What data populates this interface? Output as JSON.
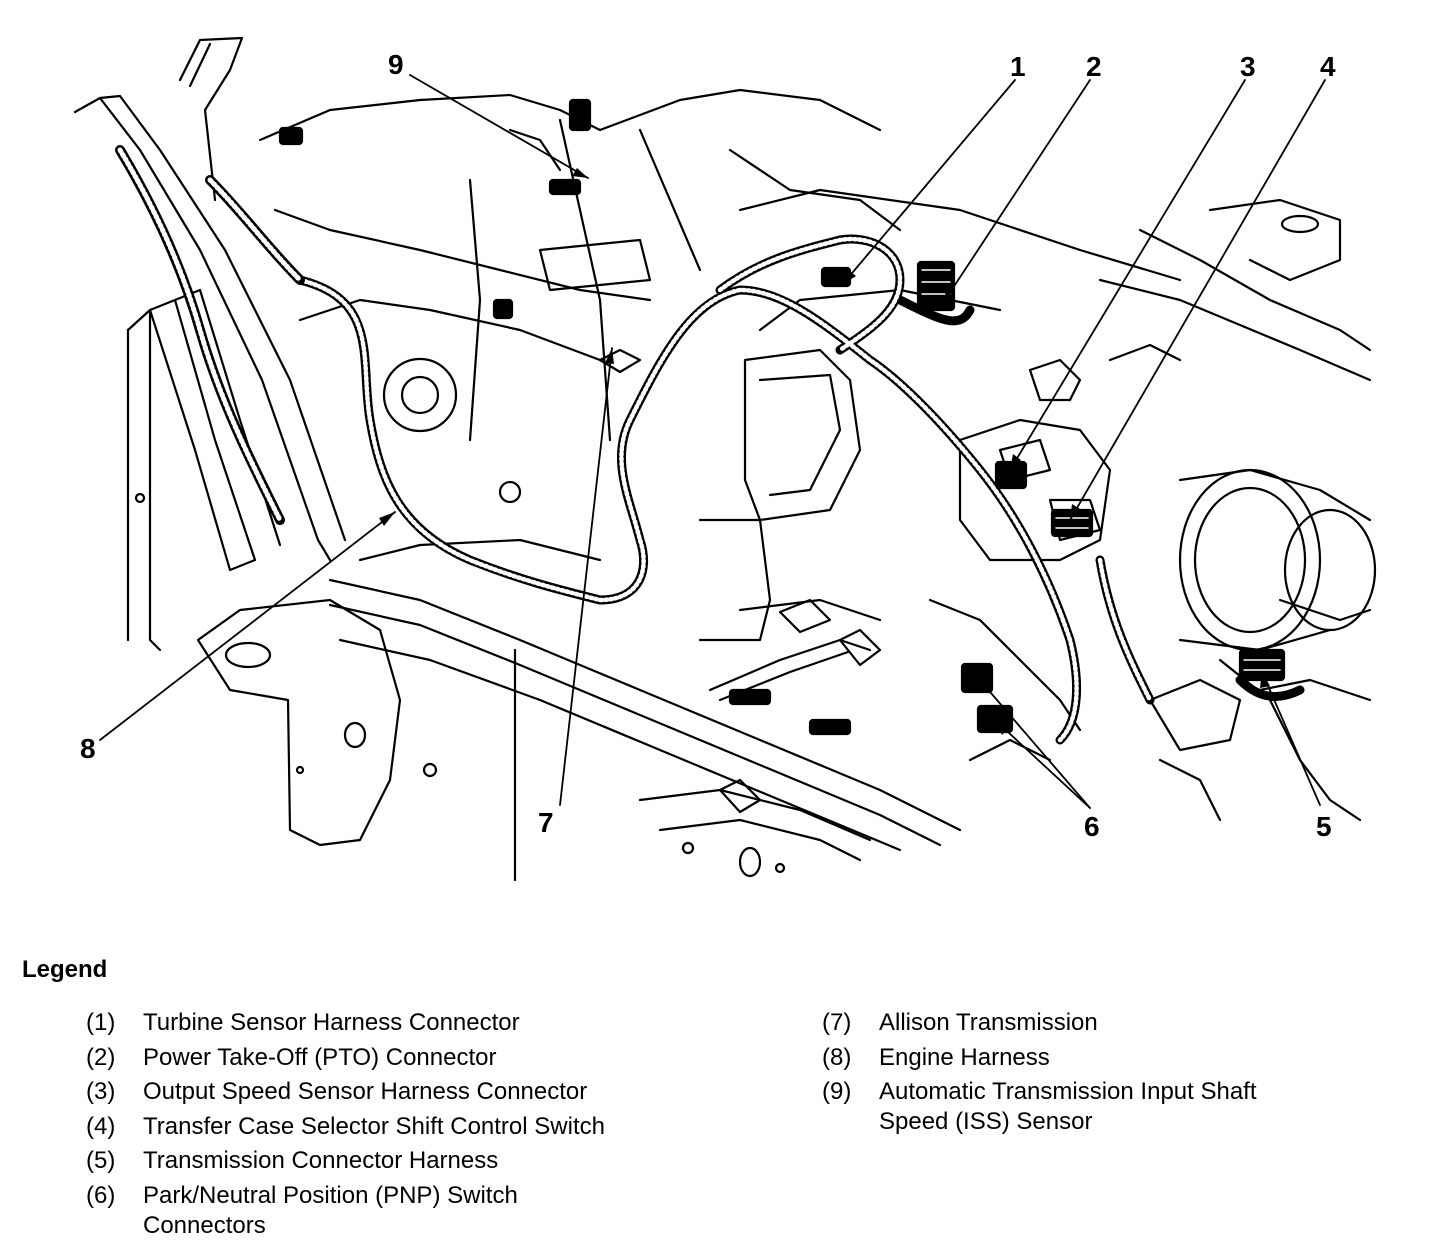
{
  "callouts": [
    "1",
    "2",
    "3",
    "4",
    "5",
    "6",
    "7",
    "8",
    "9"
  ],
  "legend": {
    "title": "Legend",
    "left_items": [
      {
        "num": "(1)",
        "text": "Turbine Sensor Harness Connector"
      },
      {
        "num": "(2)",
        "text": "Power Take-Off (PTO) Connector"
      },
      {
        "num": "(3)",
        "text": "Output Speed Sensor Harness Connector"
      },
      {
        "num": "(4)",
        "text": "Transfer Case Selector Shift Control Switch"
      },
      {
        "num": "(5)",
        "text": "Transmission Connector Harness"
      },
      {
        "num": "(6)",
        "text": "Park/Neutral Position (PNP) Switch Connectors"
      }
    ],
    "right_items": [
      {
        "num": "(7)",
        "text": "Allison Transmission"
      },
      {
        "num": "(8)",
        "text": "Engine Harness"
      },
      {
        "num": "(9)",
        "text": "Automatic Transmission Input Shaft Speed (ISS) Sensor"
      }
    ]
  },
  "colors": {
    "ink": "#000000",
    "paper": "#ffffff"
  }
}
